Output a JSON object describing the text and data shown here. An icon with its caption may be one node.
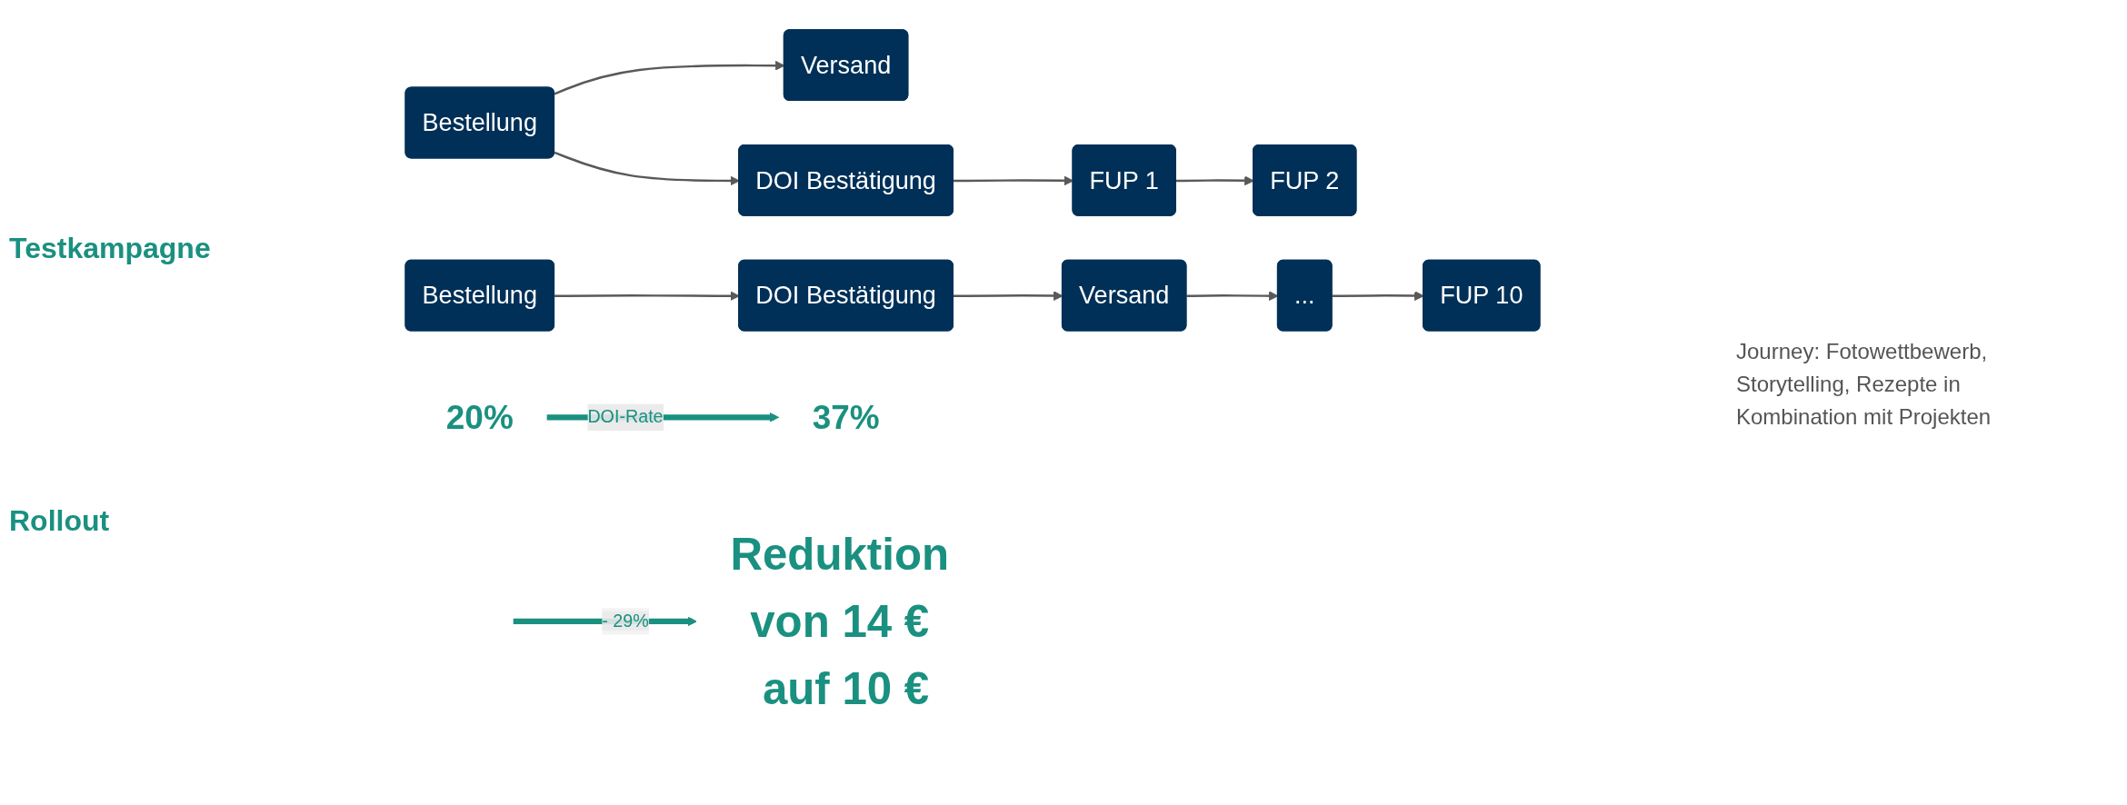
{
  "diagram": {
    "nodes": [
      {
        "text": [
          "Bestellung"
        ]
      },
      {
        "text": [
          "Versand"
        ]
      },
      {
        "text": [
          "DOI Bestätigung"
        ]
      },
      {
        "text": [
          "FUP 1"
        ]
      },
      {
        "text": [
          "FUP 2"
        ]
      },
      {
        "text": [
          "Bestellung"
        ]
      },
      {
        "text": [
          "DOI Bestätigung"
        ]
      },
      {
        "text": [
          "Versand"
        ]
      },
      {
        "text": [
          "..."
        ]
      },
      {
        "text": [
          "FUP 10"
        ]
      },
      {
        "text": [
          "20%"
        ]
      },
      {
        "text": [
          "37%"
        ]
      },
      {
        "text": [
          "Reduktion von 14 € auf 10 €"
        ]
      }
    ],
    "edges": [
      {
        "from": 0,
        "to": 1,
        "arrow": "to"
      },
      {
        "from": 0,
        "to": 2,
        "arrow": "to"
      },
      {
        "from": 2,
        "to": 3,
        "arrow": "to"
      },
      {
        "from": 3,
        "to": 4,
        "arrow": "to"
      },
      {
        "from": 5,
        "to": 6,
        "arrow": "to"
      },
      {
        "from": 6,
        "to": 7,
        "arrow": "to"
      },
      {
        "from": 7,
        "to": 8,
        "arrow": "to"
      },
      {
        "from": 8,
        "to": 9,
        "arrow": "to"
      },
      {
        "from": 10,
        "to": 11,
        "arrow": "to",
        "label": "DOI-Rate",
        "style": "thick",
        "color": "#1a9080"
      },
      {
        "from": null,
        "to": 12,
        "arrow": "to",
        "label": "- 29%",
        "style": "thick",
        "color": "#1a9080"
      }
    ],
    "labels": [
      "Testkampagne",
      "Rollout",
      "Journey: Fotowettbewerb, Storytelling, Rezepte in Kombination mit Projekten"
    ]
  }
}
